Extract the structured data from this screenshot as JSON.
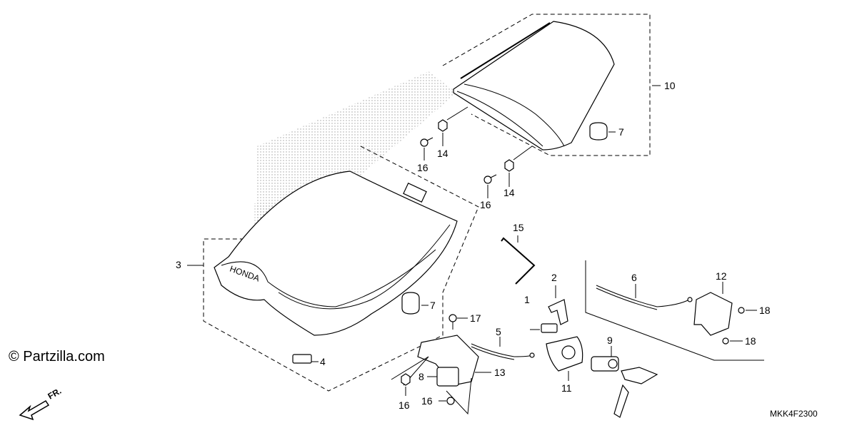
{
  "watermark": "© Partzilla.com",
  "direction_label": "FR.",
  "diagram_code": "MKK4F2300",
  "labels": {
    "p1": "1",
    "p2": "2",
    "p3": "3",
    "p4": "4",
    "p5": "5",
    "p6": "6",
    "p7a": "7",
    "p7b": "7",
    "p8": "8",
    "p9": "9",
    "p10": "10",
    "p11": "11",
    "p12": "12",
    "p13": "13",
    "p14a": "14",
    "p14b": "14",
    "p15": "15",
    "p16a": "16",
    "p16b": "16",
    "p16c": "16",
    "p16d": "16",
    "p17": "17",
    "p18a": "18",
    "p18b": "18"
  }
}
